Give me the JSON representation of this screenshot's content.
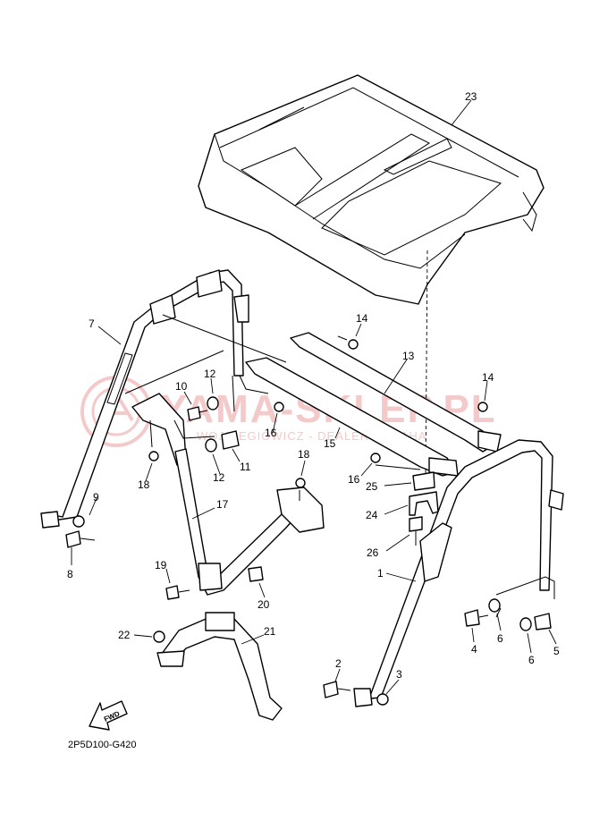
{
  "diagram": {
    "drawing_code": "2P5D100-G420",
    "fwd_label": "FWD",
    "watermark": {
      "title": "YAMA-SKLEP.PL",
      "subtitle": "WOJNIEGIOWICZ - DEALER YAMAHA",
      "color": "#e88a8a"
    },
    "callouts": [
      {
        "id": "c23",
        "label": "23"
      },
      {
        "id": "c7",
        "label": "7"
      },
      {
        "id": "c14a",
        "label": "14"
      },
      {
        "id": "c13",
        "label": "13"
      },
      {
        "id": "c14b",
        "label": "14"
      },
      {
        "id": "c10",
        "label": "10"
      },
      {
        "id": "c12a",
        "label": "12"
      },
      {
        "id": "c16a",
        "label": "16"
      },
      {
        "id": "c15",
        "label": "15"
      },
      {
        "id": "c12b",
        "label": "12"
      },
      {
        "id": "c11",
        "label": "11"
      },
      {
        "id": "c18a",
        "label": "18"
      },
      {
        "id": "c18b",
        "label": "18"
      },
      {
        "id": "c16b",
        "label": "16"
      },
      {
        "id": "c25",
        "label": "25"
      },
      {
        "id": "c24",
        "label": "24"
      },
      {
        "id": "c26",
        "label": "26"
      },
      {
        "id": "c17",
        "label": "17"
      },
      {
        "id": "c9",
        "label": "9"
      },
      {
        "id": "c8",
        "label": "8"
      },
      {
        "id": "c1",
        "label": "1"
      },
      {
        "id": "c19",
        "label": "19"
      },
      {
        "id": "c20",
        "label": "20"
      },
      {
        "id": "c4",
        "label": "4"
      },
      {
        "id": "c6a",
        "label": "6"
      },
      {
        "id": "c5",
        "label": "5"
      },
      {
        "id": "c6b",
        "label": "6"
      },
      {
        "id": "c22",
        "label": "22"
      },
      {
        "id": "c21",
        "label": "21"
      },
      {
        "id": "c2",
        "label": "2"
      },
      {
        "id": "c3",
        "label": "3"
      }
    ]
  }
}
